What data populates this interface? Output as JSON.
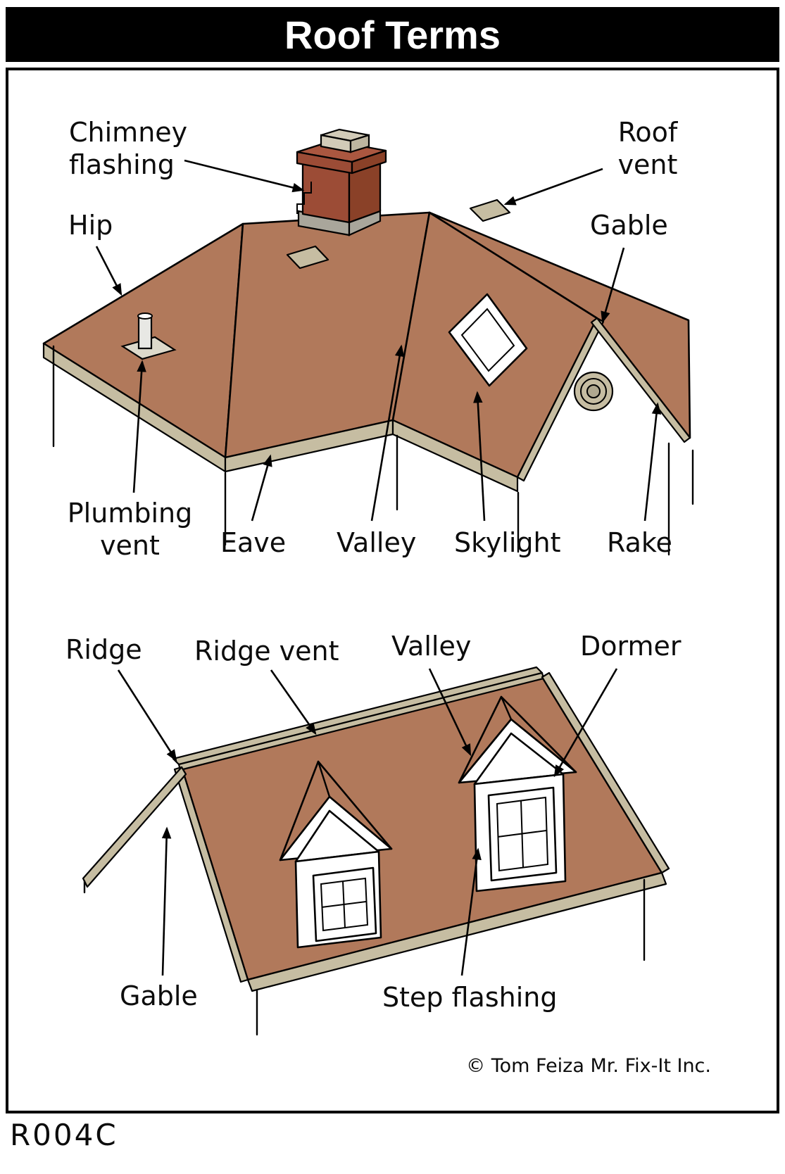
{
  "header": {
    "title": "Roof Terms"
  },
  "colors": {
    "roof": "#b1795b",
    "fascia": "#c6bda2",
    "chimney": "#9c4c36",
    "chimney_cap": "#d2cbb8",
    "flashing_gray": "#a9a69b",
    "outline": "#000000",
    "titlebar_bg": "#000000",
    "titlebar_text": "#ffffff"
  },
  "labels_top": {
    "chimney_flashing": "Chimney\nflashing",
    "roof_vent": "Roof\nvent",
    "hip": "Hip",
    "gable": "Gable",
    "plumbing_vent": "Plumbing\nvent",
    "eave": "Eave",
    "valley": "Valley",
    "skylight": "Skylight",
    "rake": "Rake"
  },
  "labels_bottom": {
    "ridge": "Ridge",
    "ridge_vent": "Ridge vent",
    "valley": "Valley",
    "dormer": "Dormer",
    "gable": "Gable",
    "step_flashing": "Step flashing"
  },
  "footer": {
    "copyright": "© Tom Feiza Mr. Fix-It Inc.",
    "code": "R004C"
  }
}
